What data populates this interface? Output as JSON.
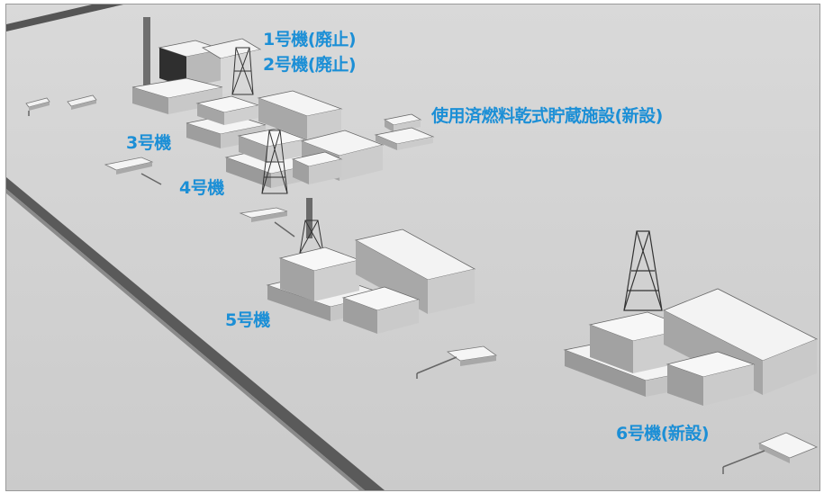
{
  "labels": {
    "unit1": "1号機(廃止)",
    "unit2": "2号機(廃止)",
    "unit3": "3号機",
    "unit4": "4号機",
    "unit5": "5号機",
    "unit6": "6号機(新設)",
    "dry_cask_storage": "使用済燃料乾式貯蔵施設(新設)"
  },
  "colors": {
    "label_blue": "#1c8fd6",
    "ground": "#d2d2d2",
    "road": "#5a5a5a"
  }
}
